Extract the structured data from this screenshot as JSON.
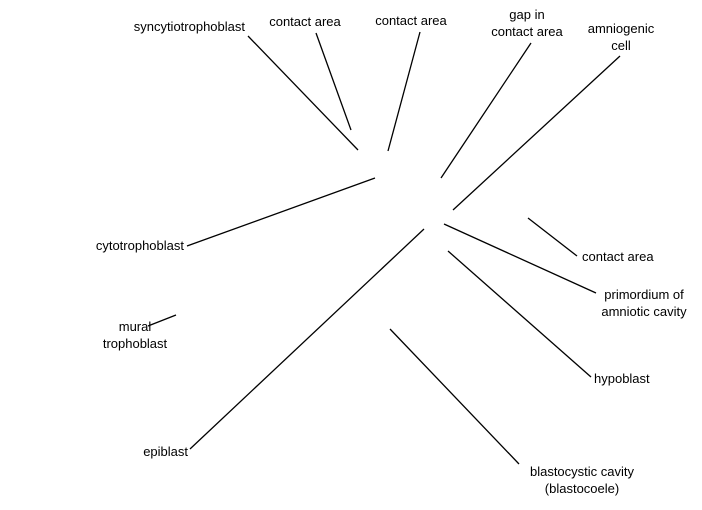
{
  "labels": {
    "syncytiotrophoblast": "syncytiotrophoblast",
    "contact_area_1": "contact area",
    "contact_area_2": "contact area",
    "gap_line1": "gap in",
    "gap_line2": "contact area",
    "amniogenic_line1": "amniogenic",
    "amniogenic_line2": "cell",
    "cytotrophoblast": "cytotrophoblast",
    "contact_area_3": "contact area",
    "primordium_line1": "primordium of",
    "primordium_line2": "amniotic cavity",
    "mural_line1": "mural",
    "mural_line2": "trophoblast",
    "hypoblast": "hypoblast",
    "epiblast": "epiblast",
    "blastocystic_line1": "blastocystic cavity",
    "blastocystic_line2": "(blastocoele)"
  },
  "colors": {
    "background": "#ffffff",
    "text": "#000000",
    "leader_line": "#000000"
  }
}
